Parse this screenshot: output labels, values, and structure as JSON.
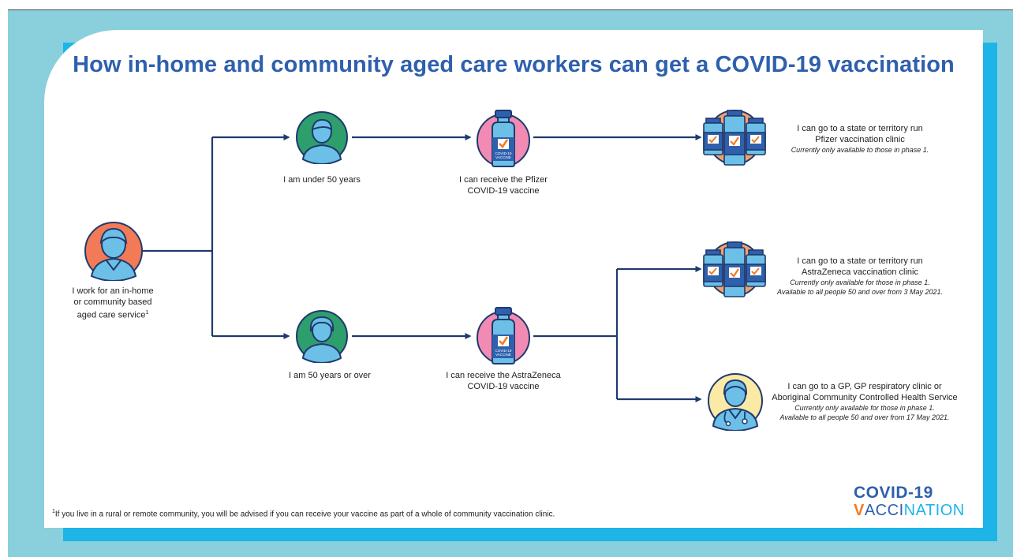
{
  "title": "How in-home and community aged care workers can get a COVID-19 vaccination",
  "start": {
    "lines": [
      "I work for an in-home",
      "or community based",
      "aged care service"
    ],
    "superscript": "1"
  },
  "branches": {
    "under50": {
      "label": "I am under 50 years"
    },
    "over50": {
      "label": "I am 50 years or over"
    }
  },
  "vaccines": {
    "pfizer": {
      "lines": [
        "I can receive the Pfizer",
        "COVID-19 vaccine"
      ]
    },
    "astrazeneca": {
      "lines": [
        "I can receive the AstraZeneca",
        "COVID-19 vaccine"
      ]
    },
    "vial_text": [
      "COVID-19",
      "VACCINE"
    ]
  },
  "destinations": {
    "pfizer_clinic": {
      "lines": [
        "I can go to a state or territory run",
        "Pfizer vaccination clinic"
      ],
      "notes": [
        "Currently only available to those in phase 1."
      ]
    },
    "az_clinic": {
      "lines": [
        "I can go to a state or territory run",
        "AstraZeneca vaccination clinic"
      ],
      "notes": [
        "Currently only available for those in phase 1.",
        "Available to all people 50 and over from 3 May 2021."
      ]
    },
    "gp": {
      "lines": [
        "I can go to a GP, GP respiratory clinic or",
        "Aboriginal Community Controlled Health Service"
      ],
      "notes": [
        "Currently only available for those in phase 1.",
        "Available to all people 50 and over from 17 May 2021."
      ]
    }
  },
  "footnote": {
    "marker": "1",
    "text": "If you live in a rural or remote community, you will be advised if you can receive your vaccine as part of a whole of community vaccination clinic."
  },
  "logo": {
    "line1": "COVID-19",
    "v": "V",
    "acci": "ACCI",
    "nation": "NATION"
  },
  "colors": {
    "navy": "#1f3a6e",
    "title_blue": "#2f60ad",
    "orange": "#f47a20",
    "salmon": "#f27a57",
    "green": "#2e9e6c",
    "pink": "#f28bb4",
    "light_blue": "#6cc0e8",
    "yellow": "#fbe9a6",
    "cyan": "#1eb4e8"
  },
  "icons": [
    "worker-icon",
    "person-under-50-icon",
    "person-over-50-icon",
    "vaccine-vial-icon",
    "vaccine-vials-icon",
    "doctor-icon",
    "arrow-icon"
  ]
}
